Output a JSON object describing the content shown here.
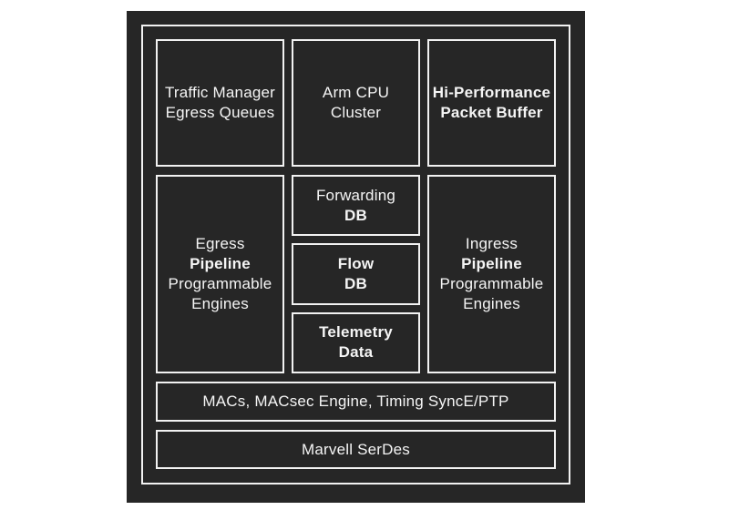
{
  "diagram": {
    "colors": {
      "page_bg": "#ffffff",
      "chip_bg": "#262626",
      "border": "#f2f2f2",
      "text": "#f5f5f5"
    },
    "blocks": {
      "traffic_manager": {
        "lines": [
          {
            "text": "Traffic Manager",
            "bold": false
          },
          {
            "text": "Egress Queues",
            "bold": false
          }
        ]
      },
      "arm_cpu": {
        "lines": [
          {
            "text": "Arm CPU",
            "bold": false
          },
          {
            "text": "Cluster",
            "bold": false
          }
        ]
      },
      "packet_buffer": {
        "lines": [
          {
            "text": "Hi-Performance",
            "bold": true
          },
          {
            "text": "Packet Buffer",
            "bold": true
          }
        ]
      },
      "egress_pipeline": {
        "lines": [
          {
            "text": "Egress",
            "bold": false
          },
          {
            "text": "Pipeline",
            "bold": true
          },
          {
            "text": "Programmable",
            "bold": false
          },
          {
            "text": "Engines",
            "bold": false
          }
        ]
      },
      "forwarding_db": {
        "lines": [
          {
            "text": "Forwarding",
            "bold": false
          },
          {
            "text": "DB",
            "bold": true
          }
        ]
      },
      "flow_db": {
        "lines": [
          {
            "text": "Flow",
            "bold": true
          },
          {
            "text": "DB",
            "bold": true
          }
        ]
      },
      "telemetry_data": {
        "lines": [
          {
            "text": "Telemetry",
            "bold": true
          },
          {
            "text": "Data",
            "bold": true
          }
        ]
      },
      "ingress_pipeline": {
        "lines": [
          {
            "text": "Ingress",
            "bold": false
          },
          {
            "text": "Pipeline",
            "bold": true
          },
          {
            "text": "Programmable",
            "bold": false
          },
          {
            "text": "Engines",
            "bold": false
          }
        ]
      },
      "macs": {
        "lines": [
          {
            "text": "MACs, MACsec Engine, Timing SyncE/PTP",
            "bold": false
          }
        ]
      },
      "serdes": {
        "lines": [
          {
            "text": "Marvell SerDes",
            "bold": false
          }
        ]
      }
    }
  }
}
